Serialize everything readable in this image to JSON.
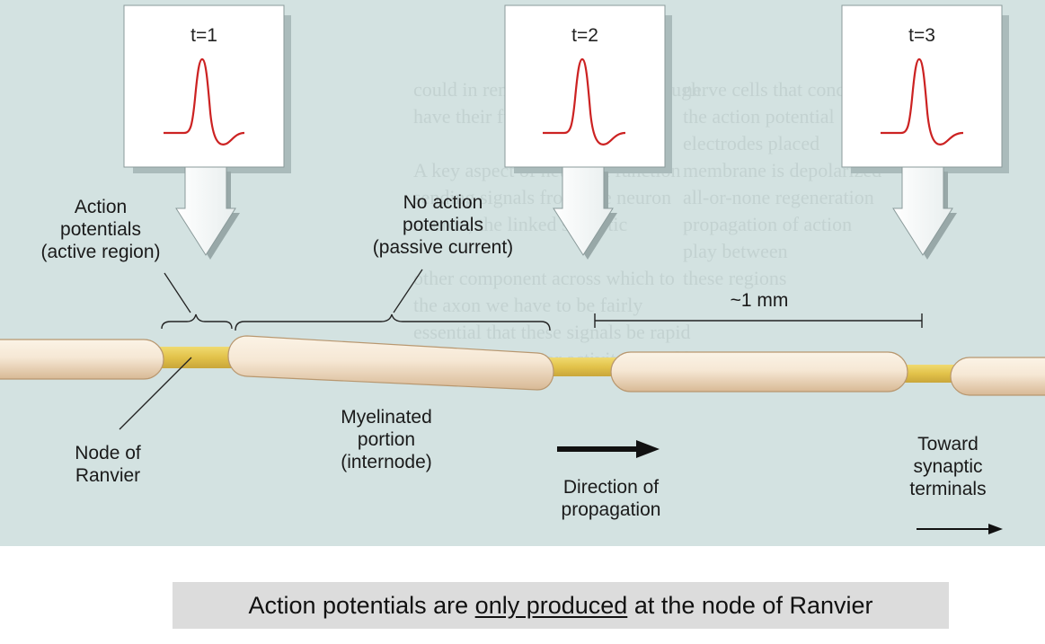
{
  "figure": {
    "panels": [
      {
        "label": "t=1"
      },
      {
        "label": "t=2"
      },
      {
        "label": "t=3"
      }
    ],
    "labels": {
      "action_potentials": "Action\npotentials\n(active region)",
      "no_action_potentials": "No action\npotentials\n(passive current)",
      "scale": "~1 mm",
      "node_of_ranvier": "Node of\nRanvier",
      "myelinated_portion": "Myelinated\nportion\n(internode)",
      "direction": "Direction of\npropagation",
      "toward": "Toward\nsynaptic\nterminals"
    },
    "colors": {
      "background": "#d3e2e1",
      "axon_node": "#e2c24a",
      "myelin": "#f6e8d5",
      "trace": "#cc2222"
    }
  },
  "caption": {
    "before": "Action potentials are ",
    "underlined": "only produced",
    "after": " at the node of Ranvier"
  }
}
